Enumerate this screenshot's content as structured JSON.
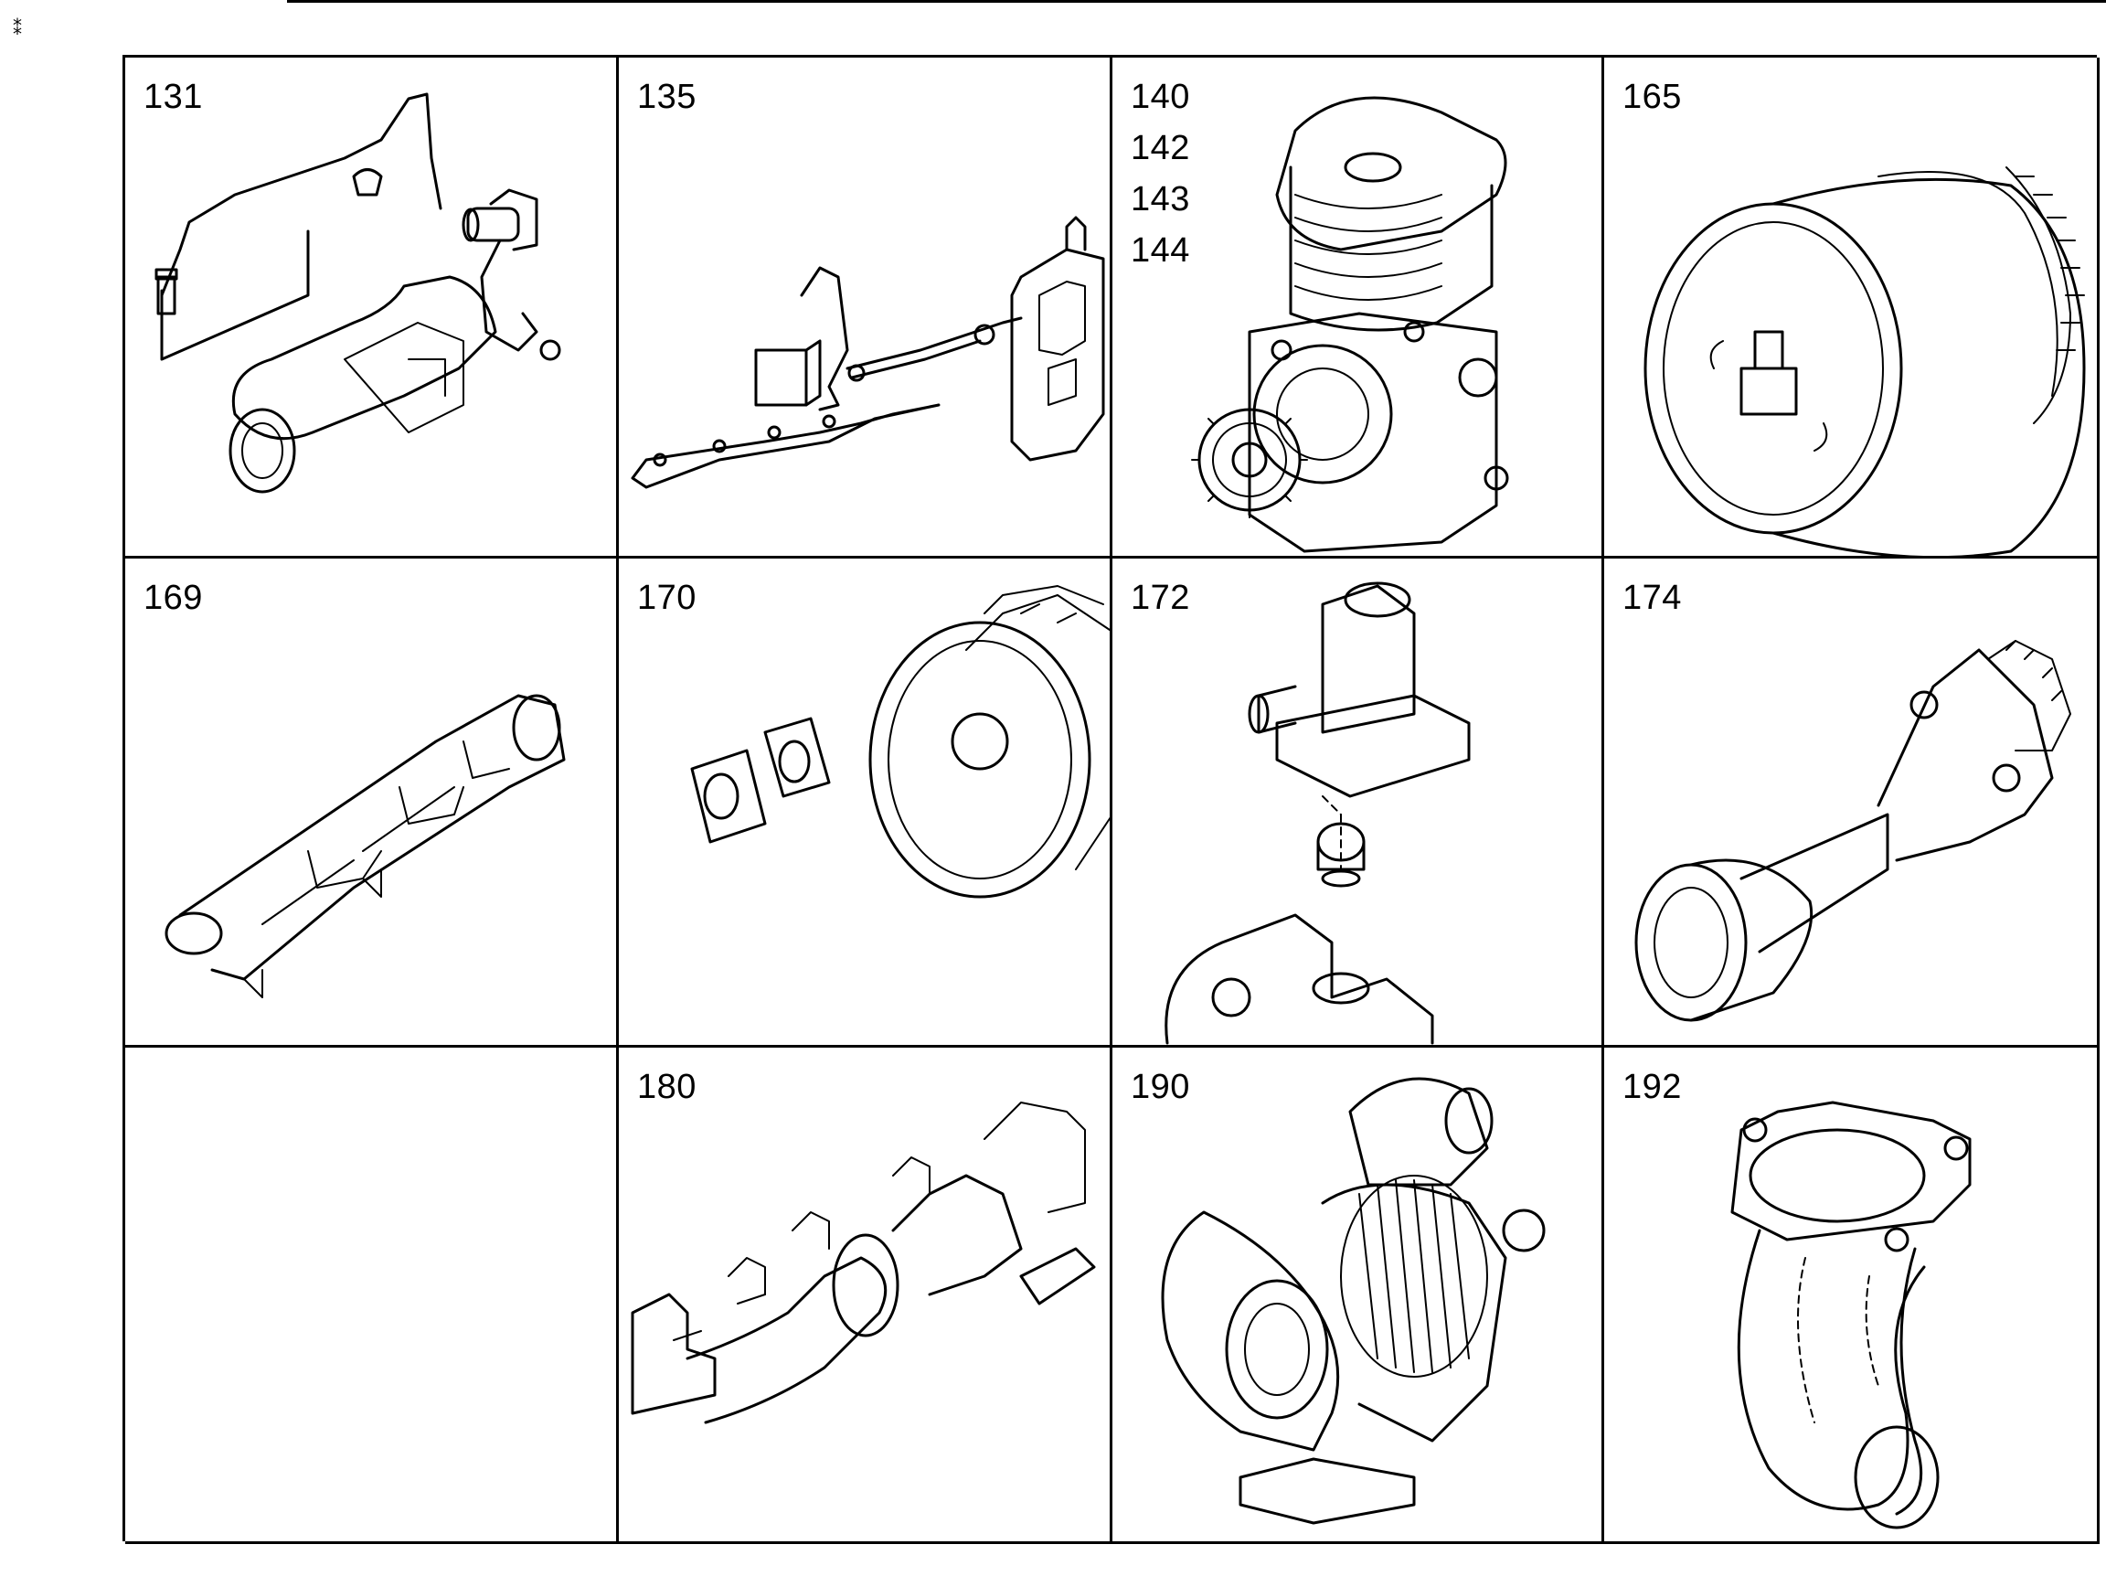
{
  "corner_mark": "⁑",
  "cells": [
    {
      "labels": [
        "131"
      ],
      "icon": "fuel-line-sensor-assembly-icon"
    },
    {
      "labels": [
        "135"
      ],
      "icon": "linkage-bracket-assembly-icon"
    },
    {
      "labels": [
        "140",
        "142",
        "143",
        "144"
      ],
      "icon": "air-compressor-icon"
    },
    {
      "labels": [
        "165"
      ],
      "icon": "vibration-damper-pulley-icon"
    },
    {
      "labels": [
        "169"
      ],
      "icon": "intake-manifold-icon"
    },
    {
      "labels": [
        "170"
      ],
      "icon": "flywheel-housing-gaskets-icon"
    },
    {
      "labels": [
        "172"
      ],
      "icon": "thermostat-housing-icon"
    },
    {
      "labels": [
        "174"
      ],
      "icon": "power-take-off-shaft-icon"
    },
    {
      "labels": [],
      "icon": ""
    },
    {
      "labels": [
        "180"
      ],
      "icon": "exhaust-manifold-icon"
    },
    {
      "labels": [
        "190"
      ],
      "icon": "turbocharger-icon"
    },
    {
      "labels": [
        "192"
      ],
      "icon": "exhaust-elbow-icon"
    }
  ]
}
